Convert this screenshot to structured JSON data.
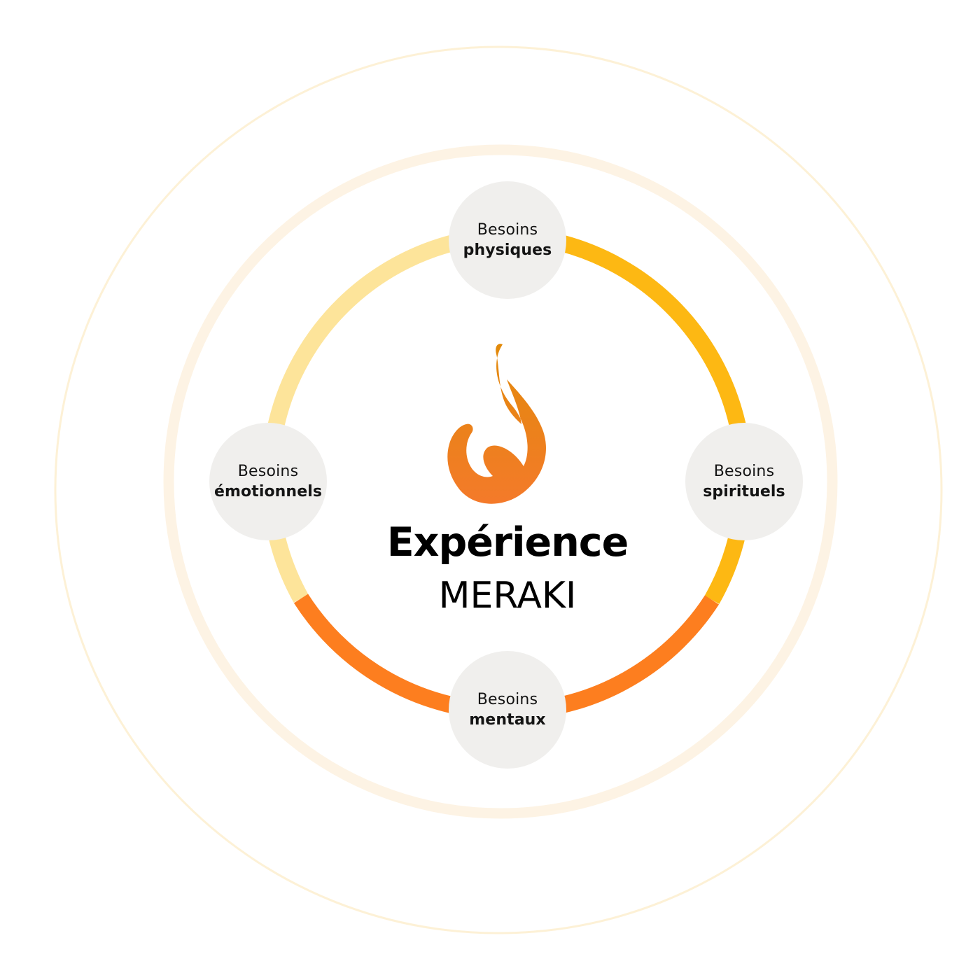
{
  "title": "Expérience",
  "subtitle": "MERAKI",
  "nodes": {
    "top": {
      "line1": "Besoins",
      "line2": "physiques"
    },
    "right": {
      "line1": "Besoins",
      "line2": "spirituels"
    },
    "bottom": {
      "line1": "Besoins",
      "line2": "mentaux"
    },
    "left": {
      "line1": "Besoins",
      "line2": "émotionnels"
    }
  },
  "colors": {
    "ring_light_yellow": "#fde49a",
    "ring_amber": "#fdb813",
    "ring_orange": "#fd7e1f",
    "node_fill": "#f0efed",
    "outer_ring": "#fdf1d6",
    "middle_ring": "#fdf3e4",
    "logo_top": "#e8900b",
    "logo_bottom": "#f57a28"
  },
  "icons": {
    "logo": "flame-icon"
  }
}
